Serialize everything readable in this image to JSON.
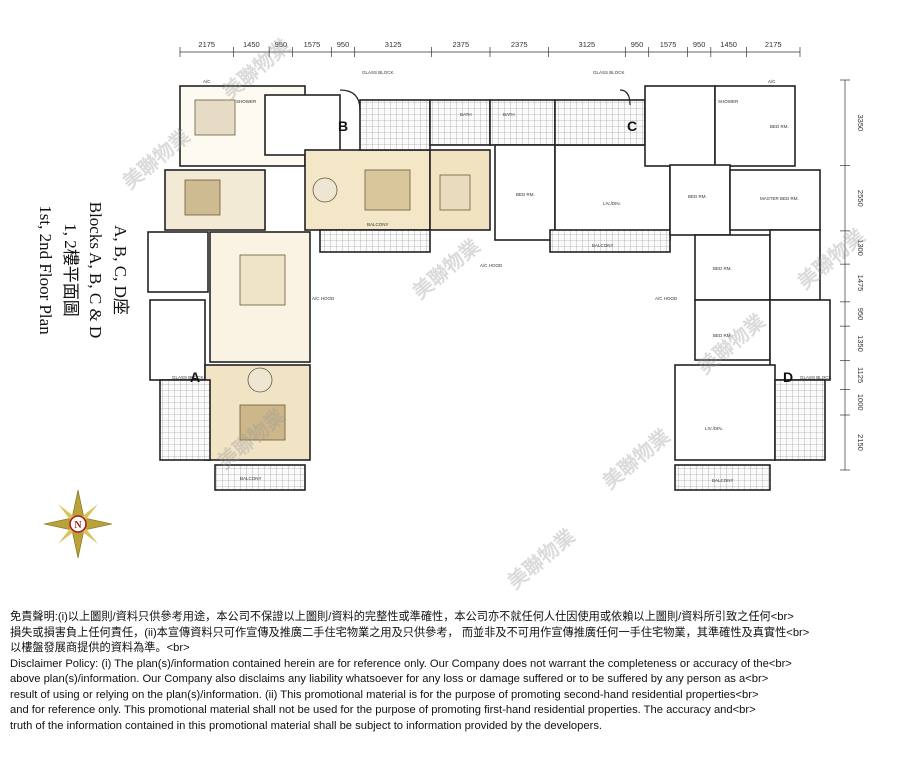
{
  "plan": {
    "title_lines": [
      "A, B, C, D座",
      "Blocks A, B, C & D",
      "1, 2樓平面圖",
      "1st, 2nd Floor Plan"
    ],
    "top_dimensions": [
      "2175",
      "1450",
      "950",
      "1575",
      "950",
      "3125",
      "2375",
      "2375",
      "3125",
      "950",
      "1575",
      "950",
      "1450",
      "2175"
    ],
    "right_dimensions": [
      "3350",
      "2550",
      "1300",
      "1475",
      "950",
      "1350",
      "1125",
      "1000",
      "2150"
    ],
    "block_labels": [
      "A",
      "B",
      "C",
      "D"
    ],
    "room_labels": {
      "glass_block": "GLASS BLOCK",
      "shower": "SHOWER",
      "bath": "BATH",
      "bed": "BED RM.",
      "master_bed": "MASTER BED RM.",
      "liv_din": "LIV./DIN.",
      "balcony": "BALCONY",
      "ac": "A/C",
      "ac_hood": "A/C HOOD"
    },
    "compass_letter": "N",
    "watermark": "美聯物業"
  },
  "disclaimer": {
    "lines": [
      "免責聲明:(i)以上圖則/資料只供參考用途，本公司不保證以上圖則/資料的完整性或準確性，本公司亦不就任何人仕因使用或依賴以上圖則/資料所引致之任何<br>",
      "損失或損害負上任何責任，(ii)本宣傳資料只可作宣傳及推廣二手住宅物業之用及只供參考， 而並非及不可用作宣傳推廣任何一手住宅物業，其準確性及真實性<br>",
      "以樓盤發展商提供的資料為準。<br>",
      "Disclaimer Policy: (i) The plan(s)/information contained herein are for reference only. Our Company does not warrant the completeness or accuracy of the<br>",
      "above plan(s)/information. Our Company also disclaims any liability whatsoever for any loss or damage suffered or to be suffered by any person as a<br>",
      "result of using or relying on the plan(s)/information. (ii) This promotional material is for the purpose of promoting second-hand residential properties<br>",
      "and for reference only. This promotional material shall not be used for the purpose of promoting first-hand residential properties. The accuracy and<br>",
      "truth of the information contained in this promotional material shall be subject to information provided by the developers."
    ]
  }
}
